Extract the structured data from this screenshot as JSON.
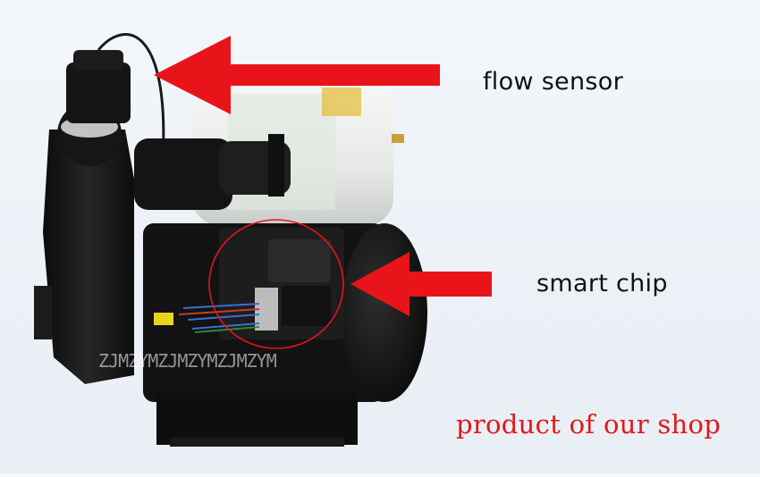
{
  "labels": {
    "flow_sensor": "flow sensor",
    "smart_chip": "smart chip",
    "shop": "product of our shop"
  },
  "watermark": "ZJMZYMZJMZYMZJMZYM",
  "colors": {
    "arrow": "#e8141a",
    "shop_text": "#e01818",
    "pump_body": "#141414",
    "tank": "#eef0ee"
  }
}
